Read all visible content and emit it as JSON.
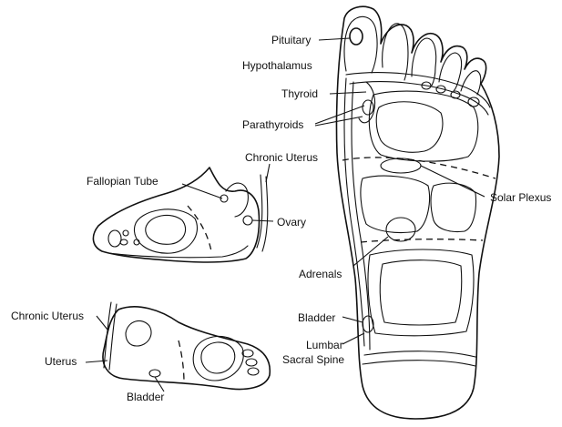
{
  "labels": {
    "pituitary": "Pituitary",
    "hypothalamus": "Hypothalamus",
    "thyroid": "Thyroid",
    "parathyroids": "Parathyroids",
    "chronic_uterus_top": "Chronic Uterus",
    "fallopian_tube": "Fallopian Tube",
    "ovary": "Ovary",
    "solar_plexus": "Solar Plexus",
    "adrenals": "Adrenals",
    "bladder_sole": "Bladder",
    "lumbar": "Lumbar",
    "sacral_spine": "Sacral Spine",
    "chronic_uterus_side": "Chronic Uterus",
    "uterus": "Uterus",
    "bladder_side": "Bladder"
  }
}
